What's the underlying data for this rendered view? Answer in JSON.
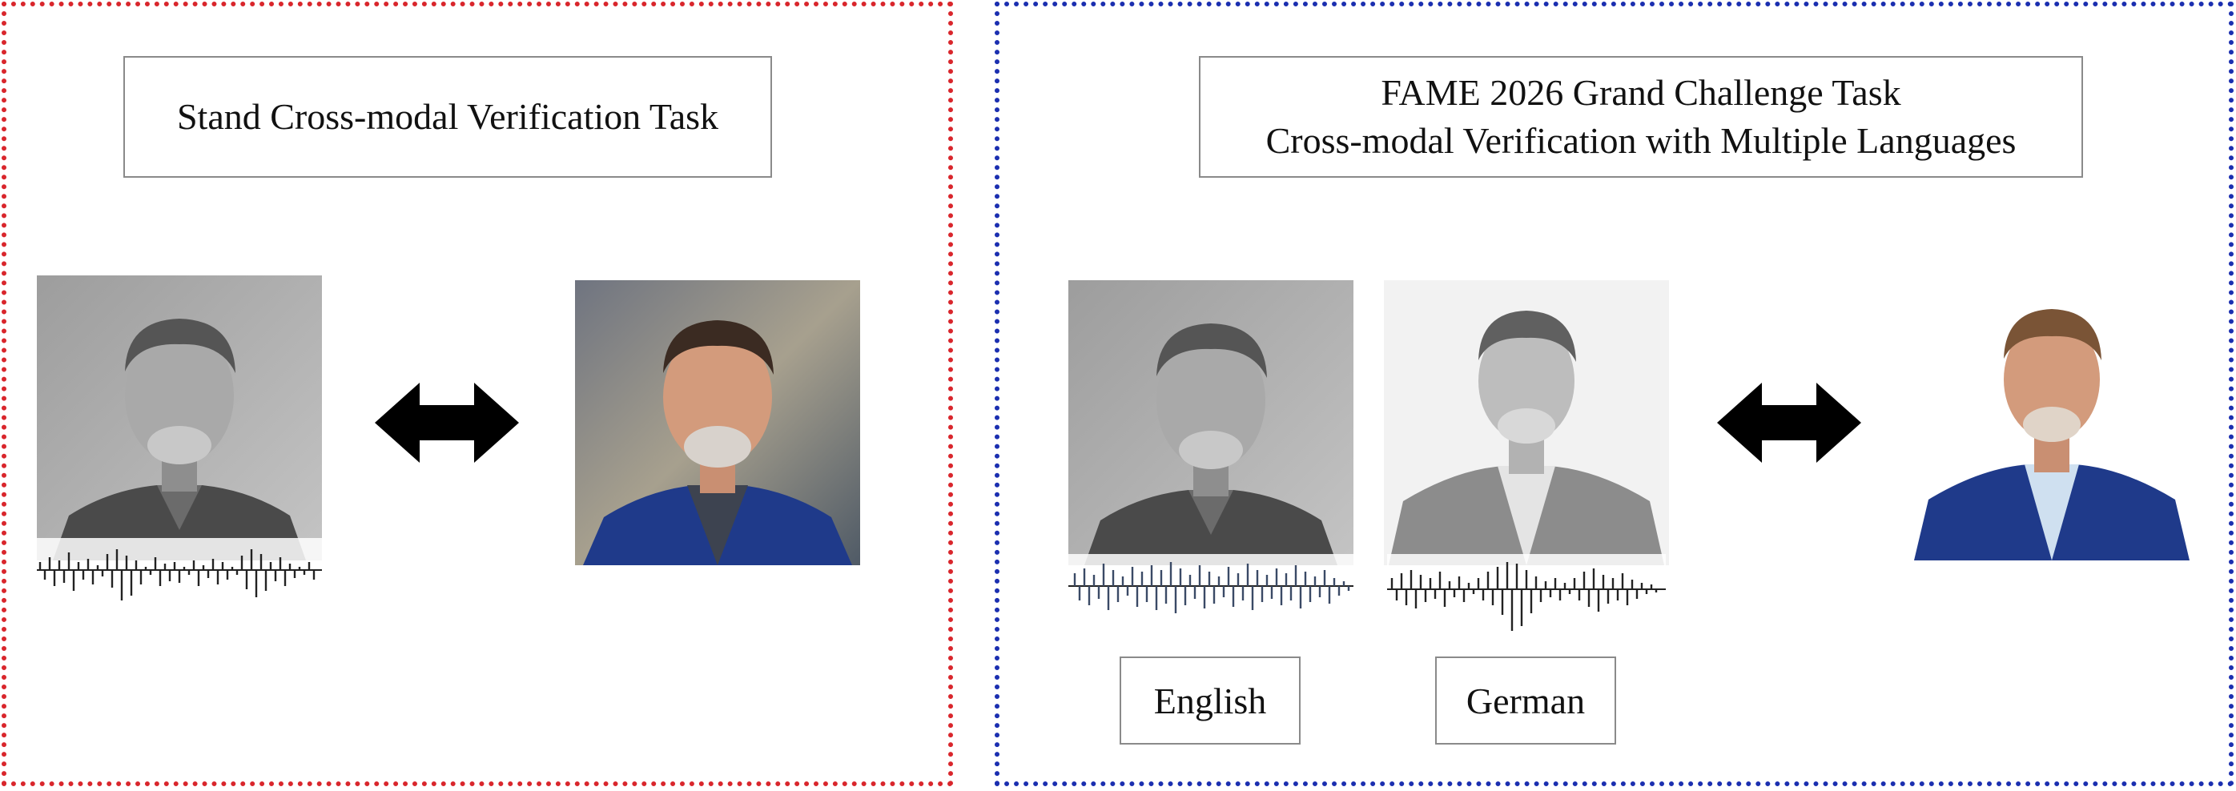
{
  "left_panel": {
    "title": "Stand Cross-modal Verification Task"
  },
  "right_panel": {
    "title_line1": "FAME 2026 Grand Challenge Task",
    "title_line2": "Cross-modal Verification with Multiple Languages",
    "languages": [
      "English",
      "German"
    ]
  },
  "colors": {
    "left_border": "#d9262c",
    "right_border": "#1b2fb0",
    "arrow": "#000000",
    "blazer": "#1f3a8a"
  },
  "icons": [
    "double-arrow-icon",
    "audio-waveform-icon"
  ]
}
